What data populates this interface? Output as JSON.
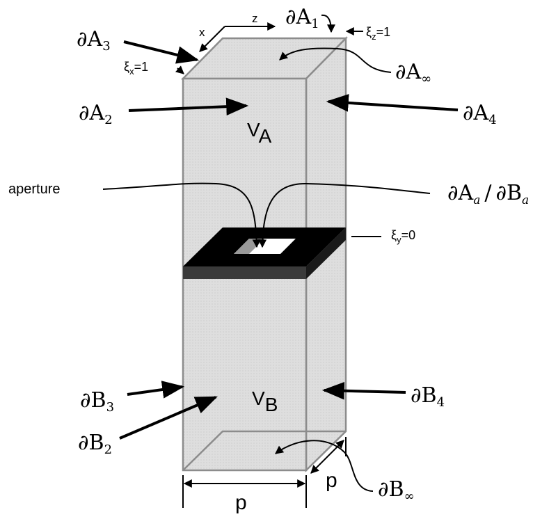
{
  "labels": {
    "dA1": {
      "base": "∂A",
      "sub": "1"
    },
    "dA2": {
      "base": "∂A",
      "sub": "2"
    },
    "dA3": {
      "base": "∂A",
      "sub": "3"
    },
    "dA4": {
      "base": "∂A",
      "sub": "4"
    },
    "dAinf": {
      "base": "∂A",
      "sub": "∞"
    },
    "dAa": {
      "base": "∂A",
      "sub": "a"
    },
    "slash": "/",
    "dBa": {
      "base": "∂B",
      "sub": "a"
    },
    "dB2": {
      "base": "∂B",
      "sub": "2"
    },
    "dB3": {
      "base": "∂B",
      "sub": "3"
    },
    "dB4": {
      "base": "∂B",
      "sub": "4"
    },
    "dBinf": {
      "base": "∂B",
      "sub": "∞"
    },
    "VA": {
      "base": "V",
      "sub": "A"
    },
    "VB": {
      "base": "V",
      "sub": "B"
    },
    "aperture": "aperture",
    "xi_x": {
      "base": "ξ",
      "sub": "x",
      "rest": "=1"
    },
    "xi_z": {
      "base": "ξ",
      "sub": "z",
      "rest": "=1"
    },
    "xi_y": {
      "base": "ξ",
      "sub": "y",
      "rest": "=0"
    },
    "axis_x": "x",
    "axis_z": "z",
    "dim_p_front": "p",
    "dim_p_side": "p"
  },
  "colors": {
    "box_fill": "#dcdcdc",
    "box_edge": "#8c8c8c",
    "plate_top": "#000000",
    "plate_front": "#3a3a3a",
    "aperture_hole": "#9a9a9a"
  }
}
